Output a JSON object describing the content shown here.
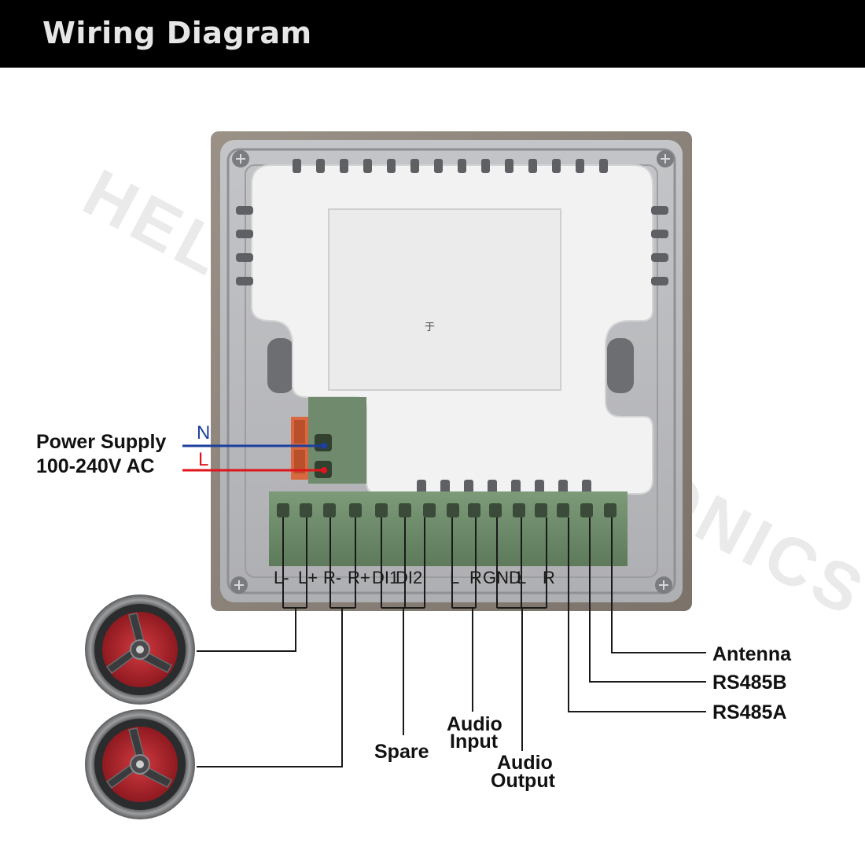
{
  "header": {
    "title": "Wiring Diagram"
  },
  "watermark": "HELMER ELECTRONICS",
  "module_mark": "于",
  "power": {
    "label_line1": "Power Supply",
    "label_line2": "100-240V AC",
    "wire_n": "N",
    "wire_l": "L",
    "color_n": "#1c3f9e",
    "color_l": "#e0141b"
  },
  "terminals": [
    "L-",
    "L+",
    "R-",
    "R+",
    "DI1",
    "DI2",
    "L",
    "R",
    "GND",
    "L",
    "R"
  ],
  "labels": {
    "antenna": "Antenna",
    "rs485b": "RS485B",
    "rs485a": "RS485A",
    "spare": "Spare",
    "audio_input_1": "Audio",
    "audio_input_2": "Input",
    "audio_output_1": "Audio",
    "audio_output_2": "Output"
  },
  "speakers": [
    {
      "icon": "ceiling-speaker-icon"
    },
    {
      "icon": "ceiling-speaker-icon"
    }
  ],
  "colors": {
    "housing": "#8a8177",
    "panel": "#b9babd",
    "module": "#f1f1f1",
    "terminal_block": "#6e8b6b",
    "speaker_cone": "#b3222a"
  }
}
